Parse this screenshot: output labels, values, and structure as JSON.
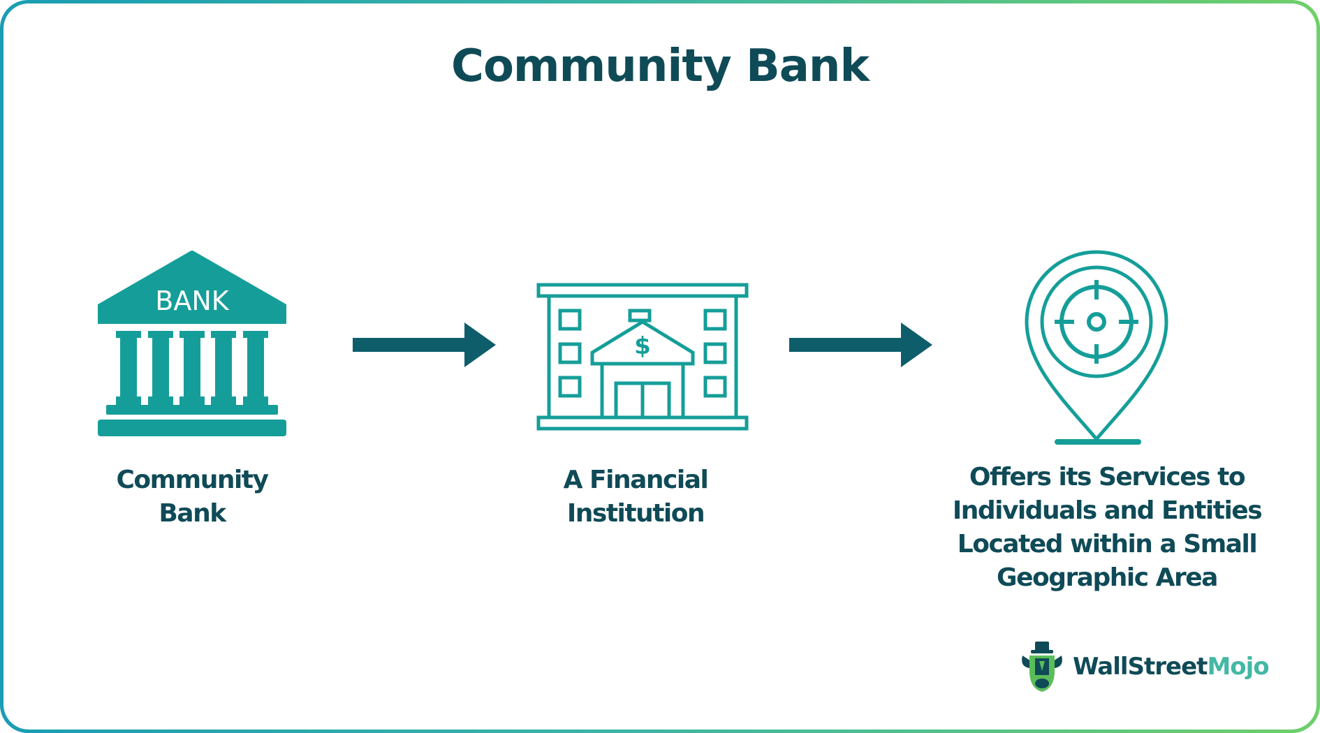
{
  "title": "Community Bank",
  "colors": {
    "teal": "#159e99",
    "dark_teal": "#0f4a57",
    "arrow": "#0e5d6b",
    "border_start": "#1a9db3",
    "border_end": "#6fcf6a"
  },
  "steps": [
    {
      "icon": "bank-building-icon",
      "icon_text": "BANK",
      "lines": [
        "Community",
        "Bank"
      ]
    },
    {
      "icon": "office-building-dollar-icon",
      "icon_text": "$",
      "lines": [
        "A Financial",
        "Institution"
      ]
    },
    {
      "icon": "location-target-pin-icon",
      "lines": [
        "Offers its Services to",
        "Individuals and Entities",
        "Located within a Small",
        "Geographic Area"
      ]
    }
  ],
  "arrows": [
    {
      "icon": "arrow-right-icon"
    },
    {
      "icon": "arrow-right-icon"
    }
  ],
  "brand": {
    "logo": "bull-mascot-icon",
    "part1": "WallStreet",
    "part2": "Mojo"
  }
}
